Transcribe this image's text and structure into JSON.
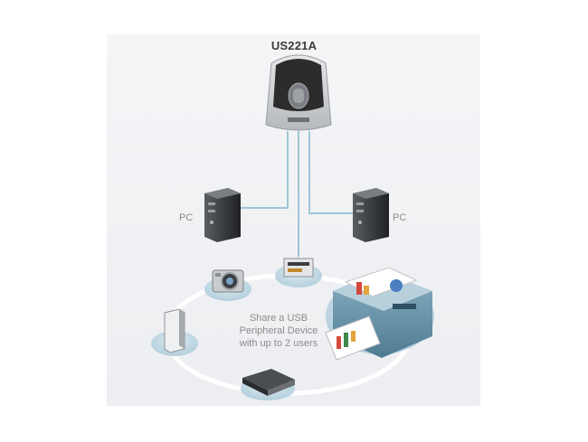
{
  "diagram": {
    "title": "US221A",
    "pc_left_label": "PC",
    "pc_right_label": "PC",
    "caption_line1": "Share a USB",
    "caption_line2": "Peripheral Device",
    "caption_line3": "with up to 2 users"
  },
  "colors": {
    "connector_line": "#9fc6d4",
    "ring": "#ffffff",
    "node_bubble": "#c4dbe6",
    "switch_body": "#d2d4d7",
    "switch_top": "#2c2c2c"
  }
}
